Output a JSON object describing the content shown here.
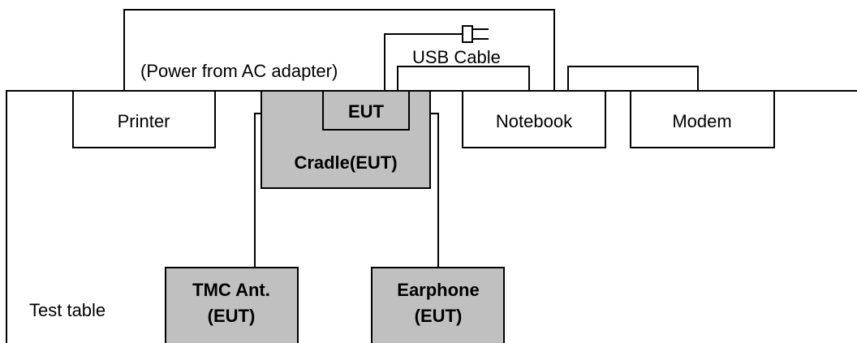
{
  "labels": {
    "power": "(Power from AC adapter)",
    "usb_cable": "USB Cable",
    "test_table": "Test table"
  },
  "devices": {
    "printer": "Printer",
    "eut": "EUT",
    "cradle": "Cradle(EUT)",
    "notebook": "Notebook",
    "modem": "Modem",
    "tmc_ant_line1": "TMC Ant.",
    "tmc_ant_line2": "(EUT)",
    "earphone_line1": "Earphone",
    "earphone_line2": "(EUT)"
  },
  "colors": {
    "line": "#000000",
    "eut_fill": "#c0c0c0",
    "box_fill": "#ffffff"
  }
}
